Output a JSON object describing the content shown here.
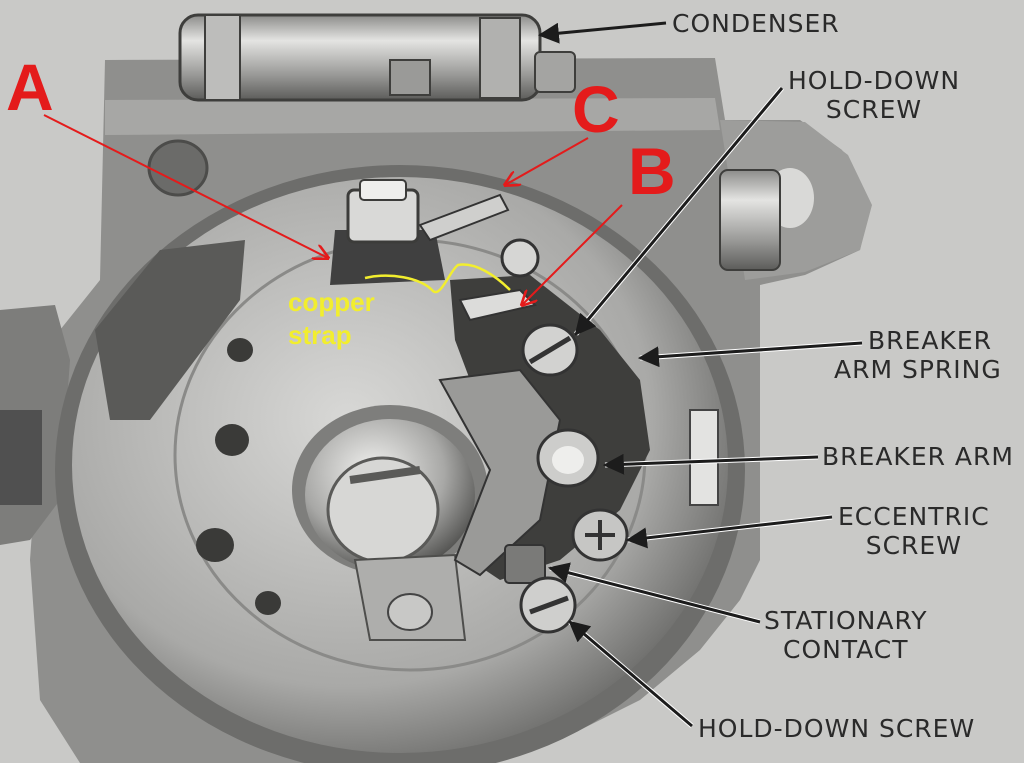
{
  "labels": {
    "condenser": "CONDENSER",
    "hold_down_screw_top": [
      "HOLD-DOWN",
      "SCREW"
    ],
    "breaker_arm_spring": [
      "BREAKER",
      "ARM SPRING"
    ],
    "breaker_arm": "BREAKER ARM",
    "eccentric_screw": [
      "ECCENTRIC",
      "SCREW"
    ],
    "stationary_contact": [
      "STATIONARY",
      "CONTACT"
    ],
    "hold_down_screw_bottom": "HOLD-DOWN SCREW"
  },
  "annotations": {
    "a": "A",
    "b": "B",
    "c": "C",
    "copper_strap": [
      "copper",
      "strap"
    ]
  },
  "colors": {
    "annotation_red": "#e41b1b",
    "annotation_yellow": "#f2ee2e",
    "label_ink": "#2a2a2a",
    "paper": "#c9c9c7"
  }
}
